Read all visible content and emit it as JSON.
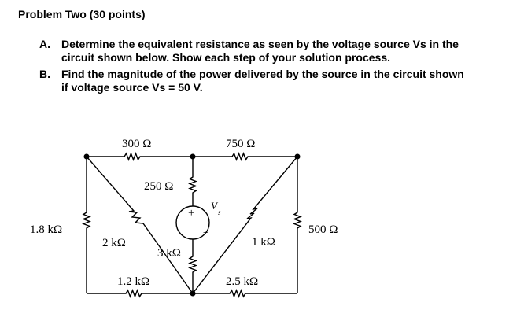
{
  "problem": {
    "title": "Problem Two (30 points)",
    "part_a": {
      "label": "A.",
      "line1": "Determine the equivalent resistance as seen by the voltage source Vs in the",
      "line2": "circuit shown below.  Show each step of your solution process."
    },
    "part_b": {
      "label": "B.",
      "line1": "Find the magnitude of the power delivered by the source in the circuit shown",
      "line2": "if voltage source Vs = 50 V."
    }
  },
  "circuit": {
    "labels": {
      "r_top_left": "300 Ω",
      "r_top_right": "750 Ω",
      "r_center_top": "250 Ω",
      "r_left": "1.8 kΩ",
      "r_right": "500 Ω",
      "r_diag_left": "2 kΩ",
      "r_center_bottom": "3 kΩ",
      "r_diag_right": "1 kΩ",
      "r_bottom_left": "1.2 kΩ",
      "r_bottom_right": "2.5 kΩ",
      "source_v": "V",
      "source_sub": "s",
      "source_plus": "+",
      "source_minus": "−"
    }
  }
}
